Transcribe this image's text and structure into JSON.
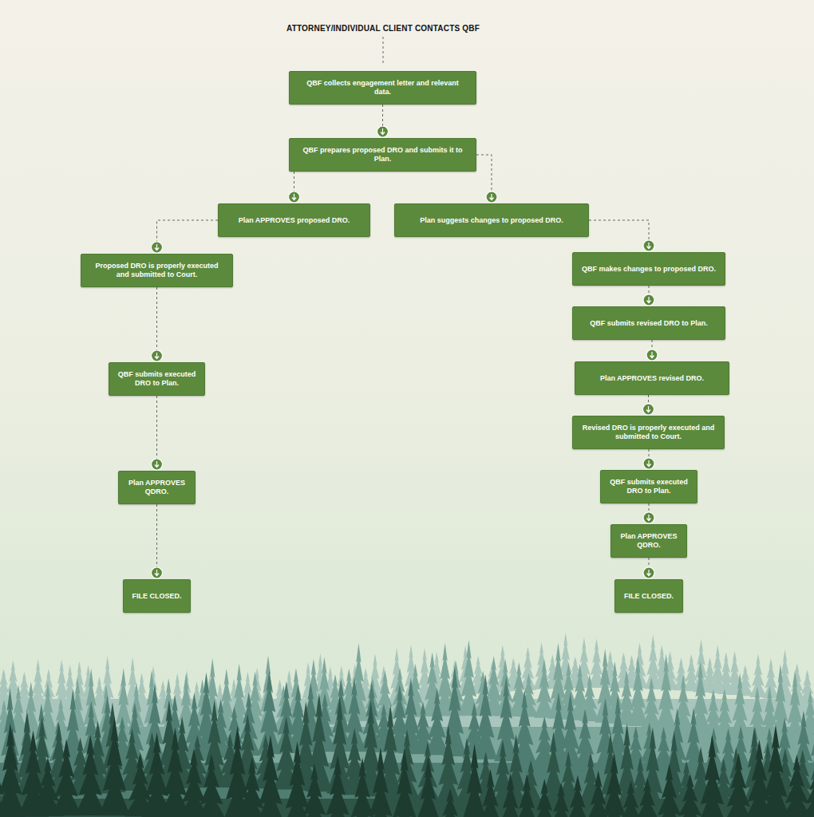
{
  "diagram": {
    "title": "ATTORNEY/INDIVIDUAL CLIENT CONTACTS QBF",
    "nodes": [
      {
        "text": [
          "QBF collects engagement letter and relevant data."
        ]
      },
      {
        "text": [
          "QBF prepares proposed DRO and submits it to Plan."
        ]
      },
      {
        "text": [
          "Plan APPROVES proposed DRO."
        ]
      },
      {
        "text": [
          "Plan suggests changes to proposed DRO."
        ]
      },
      {
        "text": [
          "Proposed DRO is properly executed and submitted to Court."
        ]
      },
      {
        "text": [
          "QBF makes changes to proposed DRO."
        ]
      },
      {
        "text": [
          "QBF submits revised DRO to Plan."
        ]
      },
      {
        "text": [
          "QBF submits executed DRO to Plan."
        ]
      },
      {
        "text": [
          "Plan APPROVES revised DRO."
        ]
      },
      {
        "text": [
          "Revised DRO is properly executed and submitted to Court."
        ]
      },
      {
        "text": [
          "QBF submits executed DRO to Plan."
        ]
      },
      {
        "text": [
          "Plan APPROVES QDRO."
        ]
      },
      {
        "text": [
          "Plan APPROVES QDRO."
        ]
      },
      {
        "text": [
          "FILE CLOSED."
        ]
      },
      {
        "text": [
          "FILE CLOSED."
        ]
      }
    ],
    "edges": [
      {
        "from": 0,
        "to": 1,
        "arrow": "to"
      },
      {
        "from": 1,
        "to": 2,
        "arrow": "to"
      },
      {
        "from": 1,
        "to": 3,
        "arrow": "to"
      },
      {
        "from": 2,
        "to": 4,
        "arrow": "to"
      },
      {
        "from": 3,
        "to": 5,
        "arrow": "to"
      },
      {
        "from": 4,
        "to": 7,
        "arrow": "to"
      },
      {
        "from": 5,
        "to": 6,
        "arrow": "to"
      },
      {
        "from": 6,
        "to": 8,
        "arrow": "to"
      },
      {
        "from": 7,
        "to": 11,
        "arrow": "to"
      },
      {
        "from": 8,
        "to": 9,
        "arrow": "to"
      },
      {
        "from": 9,
        "to": 10,
        "arrow": "to"
      },
      {
        "from": 11,
        "to": 13,
        "arrow": "to"
      },
      {
        "from": 10,
        "to": 12,
        "arrow": "to"
      },
      {
        "from": 12,
        "to": 14,
        "arrow": "to"
      }
    ]
  }
}
